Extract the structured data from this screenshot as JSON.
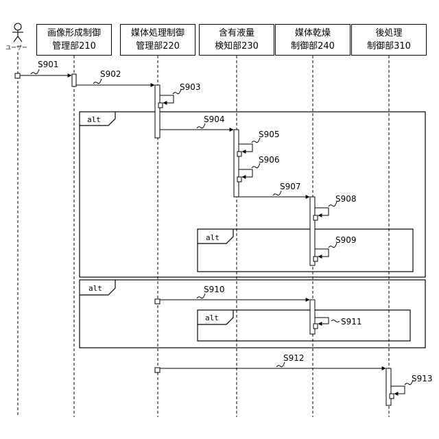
{
  "actor": {
    "label": "ユーザー"
  },
  "participants": [
    {
      "line1": "画像形成制御",
      "line2": "管理部210"
    },
    {
      "line1": "媒体処理制御",
      "line2": "管理部220"
    },
    {
      "line1": "含有液量",
      "line2": "検知部230"
    },
    {
      "line1": "媒体乾燥",
      "line2": "制御部240"
    },
    {
      "line1": "後処理",
      "line2": "制御部310"
    }
  ],
  "fragments": {
    "alt1": "alt",
    "alt2": "alt",
    "alt3": "alt",
    "alt4": "alt"
  },
  "steps": {
    "s901": "S901",
    "s902": "S902",
    "s903": "S903",
    "s904": "S904",
    "s905": "S905",
    "s906": "S906",
    "s907": "S907",
    "s908": "S908",
    "s909": "S909",
    "s910": "S910",
    "s911": "S911",
    "s912": "S912",
    "s913": "S913"
  }
}
